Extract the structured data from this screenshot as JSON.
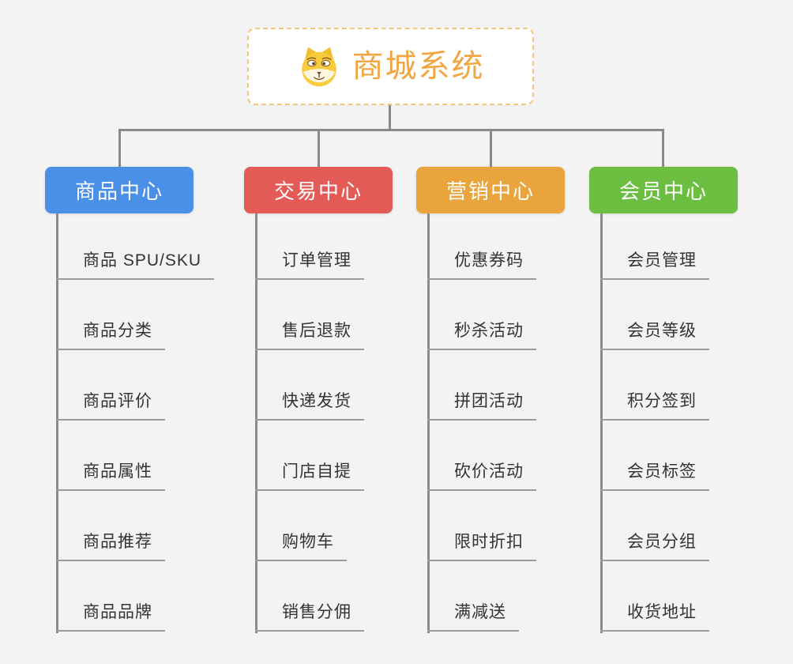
{
  "page": {
    "background": "#f3f3f3",
    "connector_color": "#8a8a8a",
    "underline_color": "#9c9c9c",
    "leaf_text_color": "#333333"
  },
  "root": {
    "title": "商城系统",
    "icon": "dog-face-icon",
    "accent": "#f0a642",
    "background": "#ffffff",
    "border_color": "#f3c87e"
  },
  "branches": [
    {
      "label": "商品中心",
      "color": "#4a8fe8",
      "items": [
        "商品 SPU/SKU",
        "商品分类",
        "商品评价",
        "商品属性",
        "商品推荐",
        "商品品牌"
      ]
    },
    {
      "label": "交易中心",
      "color": "#e45a56",
      "items": [
        "订单管理",
        "售后退款",
        "快递发货",
        "门店自提",
        "购物车",
        "销售分佣"
      ]
    },
    {
      "label": "营销中心",
      "color": "#e9a43c",
      "items": [
        "优惠券码",
        "秒杀活动",
        "拼团活动",
        "砍价活动",
        "限时折扣",
        "满减送"
      ]
    },
    {
      "label": "会员中心",
      "color": "#6cbe40",
      "items": [
        "会员管理",
        "会员等级",
        "积分签到",
        "会员标签",
        "会员分组",
        "收货地址"
      ]
    }
  ]
}
